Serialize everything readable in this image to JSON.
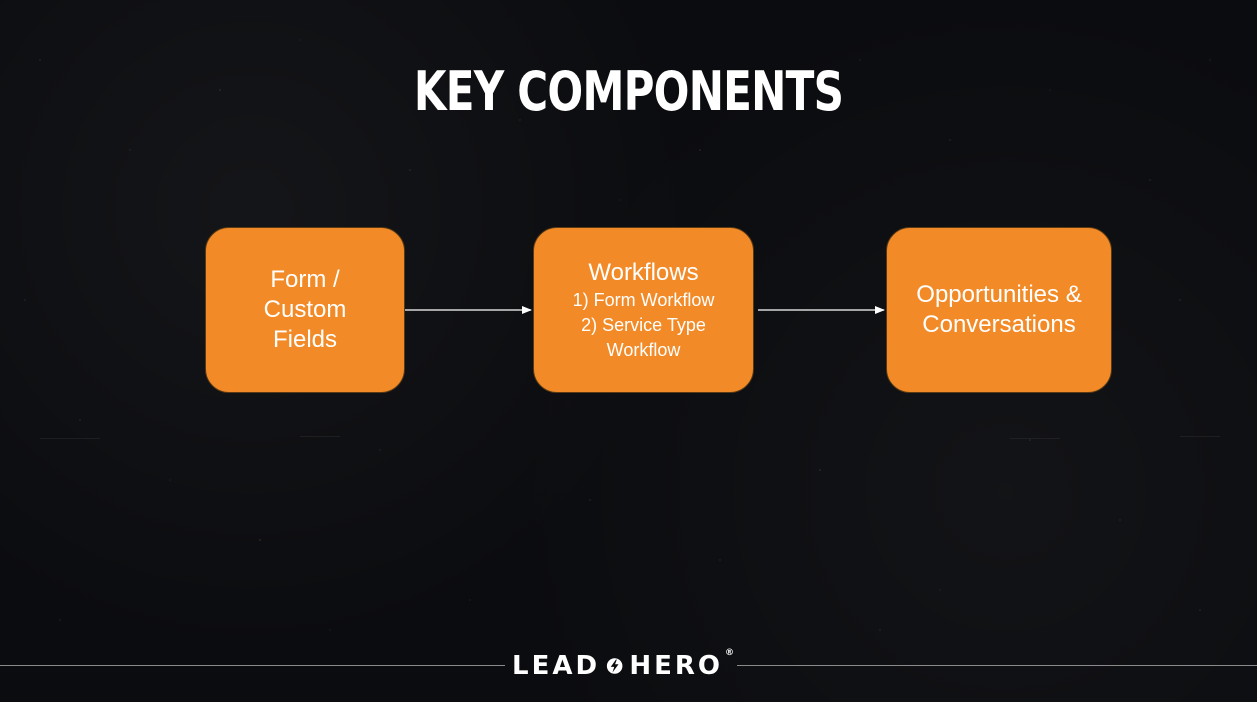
{
  "slide": {
    "title": "KEY COMPONENTS"
  },
  "diagram": {
    "boxes": [
      {
        "label": "Form / Custom Fields"
      },
      {
        "title": "Workflows",
        "items": [
          "1) Form Workflow",
          "2) Service Type Workflow"
        ]
      },
      {
        "label": "Opportunities & Conversations"
      }
    ],
    "colors": {
      "box_fill": "#f28b27",
      "background": "#0b0c0f",
      "text": "#ffffff",
      "arrow": "#ffffff"
    }
  },
  "footer": {
    "logo_left": "LEAD",
    "logo_right": "HERO",
    "logo_mark": "®",
    "logo_icon": "lightning-bolt-icon"
  }
}
